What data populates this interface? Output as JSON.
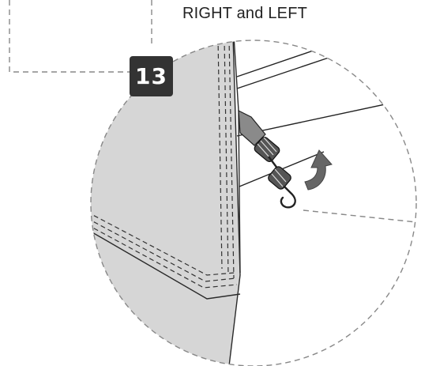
{
  "instruction": {
    "caption": "RIGHT and LEFT"
  },
  "step": {
    "number": "13"
  },
  "colors": {
    "background": "#ffffff",
    "fabric": "#d6d6d6",
    "strap": "#8a8a8a",
    "badge": "#333333",
    "arrow": "#666666",
    "outline": "#2a2a2a"
  },
  "icons": {
    "arrow": "curved-rotate-arrow",
    "hook": "spring-bungee-hook"
  }
}
